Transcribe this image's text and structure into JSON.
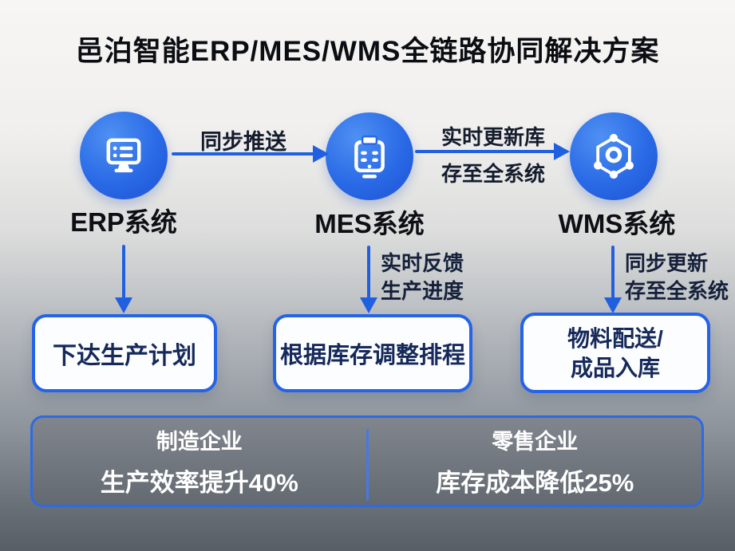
{
  "title": "邑泊智能ERP/MES/WMS全链路协同解决方案",
  "colors": {
    "accent_blue": "#2563e8",
    "icon_circle_blue": "#2a6ae6",
    "box_text_navy": "#15295a",
    "panel_border_blue": "#2e6ae2",
    "benefit_text": "#ffffff"
  },
  "systems": [
    {
      "name": "ERP系统",
      "icon": "computer-monitor",
      "action_lines": [
        "下达生产计划"
      ]
    },
    {
      "name": "MES系统",
      "icon": "production-terminal",
      "action_lines": [
        "根据库存调整排程"
      ],
      "feedback_lines": [
        "实时反馈",
        "生产进度"
      ]
    },
    {
      "name": "WMS系统",
      "icon": "warehouse-network",
      "action_lines": [
        "物料配送/",
        "成品入库"
      ],
      "feedback_lines": [
        "同步更新",
        "存至全系统"
      ]
    }
  ],
  "flows": [
    {
      "from": "ERP系统",
      "to": "MES系统",
      "label_lines": [
        "同步推送"
      ]
    },
    {
      "from": "MES系统",
      "to": "WMS系统",
      "label_lines": [
        "实时更新库",
        "存至全系统"
      ]
    }
  ],
  "benefits": [
    {
      "segment": "制造企业",
      "metric": "生产效率提升40%"
    },
    {
      "segment": "零售企业",
      "metric": "库存成本降低25%"
    }
  ]
}
